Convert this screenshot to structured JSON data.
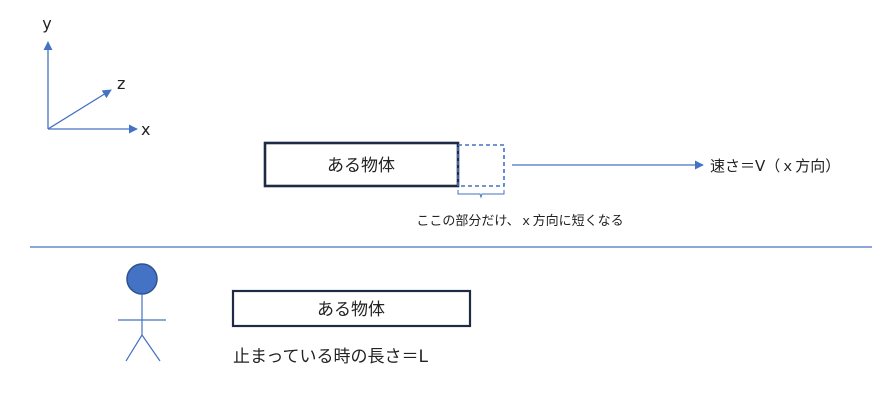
{
  "axes": {
    "x_label": "x",
    "y_label": "y",
    "z_label": "z"
  },
  "moving_object": {
    "label": "ある物体",
    "speed_label": "速さ＝V（ｘ方向）",
    "contraction_note": "ここの部分だけ、ｘ方向に短くなる"
  },
  "rest_object": {
    "label": "ある物体",
    "rest_length_label": "止まっている時の長さ＝L"
  },
  "colors": {
    "accent": "#4472c4",
    "box_border": "#1f2a44",
    "observer_head": "#4472c4",
    "divider": "#4472c4"
  }
}
